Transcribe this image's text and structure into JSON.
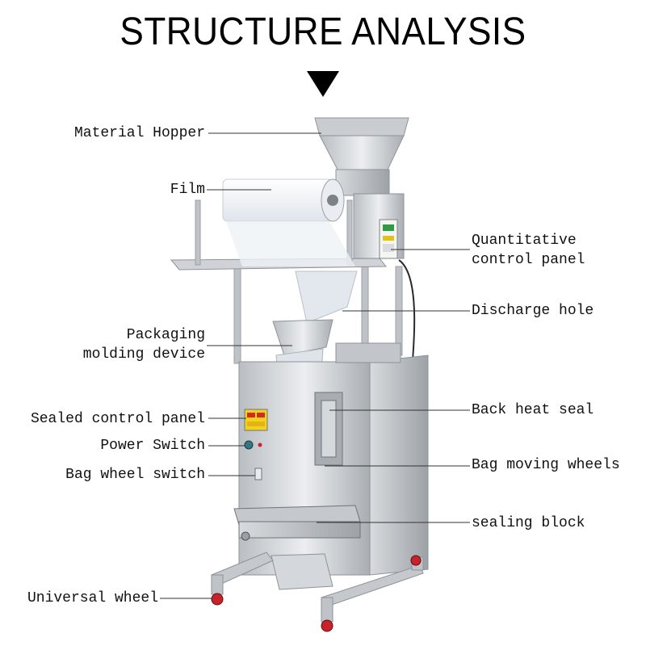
{
  "title": "STRUCTURE ANALYSIS",
  "colors": {
    "steel_light": "#e3e6e9",
    "steel_mid": "#c5c9cd",
    "steel_dark": "#8e9398",
    "film": "#f1f4f8",
    "wheel_red": "#c8232a",
    "panel_yellow": "#f2d21e"
  },
  "labels": {
    "material_hopper": "Material Hopper",
    "film": "Film",
    "quantitative_1": "Quantitative",
    "quantitative_2": "control panel",
    "discharge_hole": "Discharge hole",
    "packaging_1": "Packaging",
    "packaging_2": "molding device",
    "back_heat_seal": "Back heat seal",
    "sealed_control_panel": "Sealed control panel",
    "power_switch": "Power Switch",
    "bag_moving_wheels": "Bag moving wheels",
    "bag_wheel_switch": "Bag wheel switch",
    "sealing_block": "sealing block",
    "universal_wheel": "Universal wheel"
  }
}
